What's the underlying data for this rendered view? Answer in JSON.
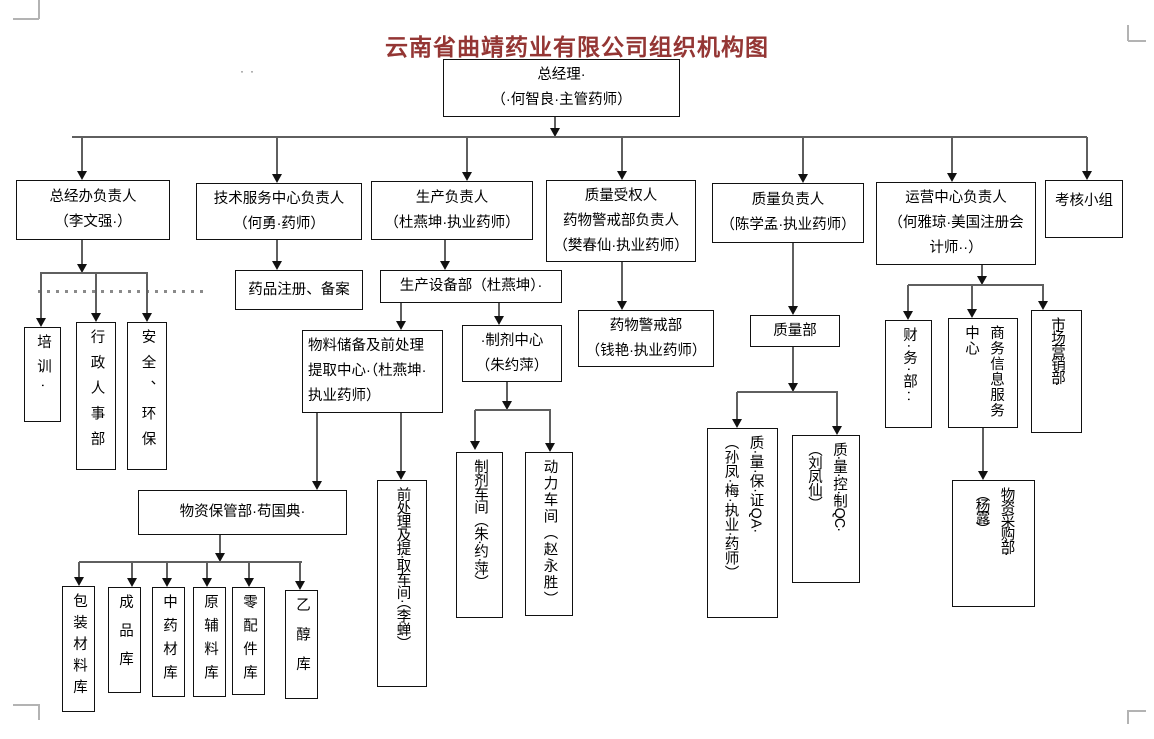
{
  "document": {
    "title": "云南省曲靖药业有限公司组织机构图",
    "stray_marks": "··"
  },
  "nodes": {
    "general_manager": "总经理·\n（·何智良·主管药师）",
    "general_office_head": "总经办负责人\n（李文强·）",
    "tech_service_head": "技术服务中心负责人\n（何勇·药师）",
    "production_head": "生产负责人\n（杜燕坤·执业药师）",
    "quality_authorized_person": "质量受权人\n药物警戒部负责人\n（樊春仙·执业药师）",
    "quality_head": "质量负责人\n（陈学孟·执业药师）",
    "operations_head": "运营中心负责人\n（何雅琼·美国注册会\n计师··）",
    "assessment_team": "考核小组",
    "drug_registration": "药品注册、备案",
    "production_equipment": "生产设备部（杜燕坤）·",
    "material_pretreatment_center": "物料储备及前处理\n提取中心·（杜燕坤·\n执业药师）",
    "preparation_center": "·制剂中心\n（朱约萍）",
    "pharmacovigilance_dept": "药物警戒部\n（钱艳·执业药师）",
    "quality_dept": "质量部",
    "training": "培训·",
    "admin_hr": "行政人事部",
    "safety_env": "安全、环保",
    "material_custody": "物资保管部·苟国典·",
    "wh_packaging": "包装材料库",
    "wh_finished": "成品库",
    "wh_herbs": "中药材库",
    "wh_raw_aux": "原辅料库",
    "wh_spare_parts": "零配件库",
    "wh_ethanol": "乙醇库",
    "pretreatment_workshop": "前处理及提·取车间·（李蝉）",
    "preparation_workshop": "制剂车间（朱·约·萍）",
    "power_workshop": "动力车间（赵永胜）",
    "quality_assurance_qa": "质·量·保·证QA·\n（孙凤·梅·执业·药师）",
    "quality_control_qc": "质·量·控·制QC·\n（刘凤仙）",
    "finance_dept": "财·务·部··",
    "business_info_center": "商务信息服务\n中心",
    "marketing_dept": "市·场·营·销·部·",
    "purchasing_dept": "物·资·采·购·部·\n（杨露）"
  },
  "edges": {
    "general_manager": [
      "general_office_head",
      "tech_service_head",
      "production_head",
      "quality_authorized_person",
      "quality_head",
      "operations_head",
      "assessment_team"
    ],
    "general_office_head": [
      "training",
      "admin_hr",
      "safety_env"
    ],
    "tech_service_head": [
      "drug_registration"
    ],
    "production_head": [
      "production_equipment"
    ],
    "production_equipment": [
      "material_pretreatment_center",
      "preparation_center"
    ],
    "material_pretreatment_center": [
      "material_custody",
      "pretreatment_workshop"
    ],
    "preparation_center": [
      "preparation_workshop",
      "power_workshop"
    ],
    "quality_authorized_person": [
      "pharmacovigilance_dept"
    ],
    "quality_head": [
      "quality_dept"
    ],
    "quality_dept": [
      "quality_assurance_qa",
      "quality_control_qc"
    ],
    "operations_head": [
      "finance_dept",
      "business_info_center",
      "marketing_dept"
    ],
    "business_info_center": [
      "purchasing_dept"
    ],
    "material_custody": [
      "wh_packaging",
      "wh_finished",
      "wh_herbs",
      "wh_raw_aux",
      "wh_spare_parts",
      "wh_ethanol"
    ]
  }
}
